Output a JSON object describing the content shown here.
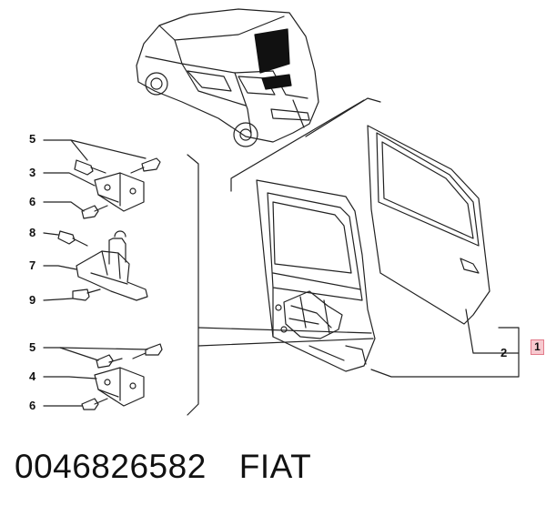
{
  "callouts": [
    {
      "id": "c5a",
      "label": "5"
    },
    {
      "id": "c3",
      "label": "3"
    },
    {
      "id": "c6a",
      "label": "6"
    },
    {
      "id": "c8",
      "label": "8"
    },
    {
      "id": "c7",
      "label": "7"
    },
    {
      "id": "c9",
      "label": "9"
    },
    {
      "id": "c5b",
      "label": "5"
    },
    {
      "id": "c4",
      "label": "4"
    },
    {
      "id": "c6b",
      "label": "6"
    },
    {
      "id": "c2",
      "label": "2"
    },
    {
      "id": "c1",
      "label": "1"
    }
  ],
  "footer": {
    "part_number": "0046826582",
    "brand": "FIAT"
  },
  "colors": {
    "line": "#222222",
    "highlight_box": "#f7c9cf",
    "highlight_border": "#e27a8a"
  }
}
